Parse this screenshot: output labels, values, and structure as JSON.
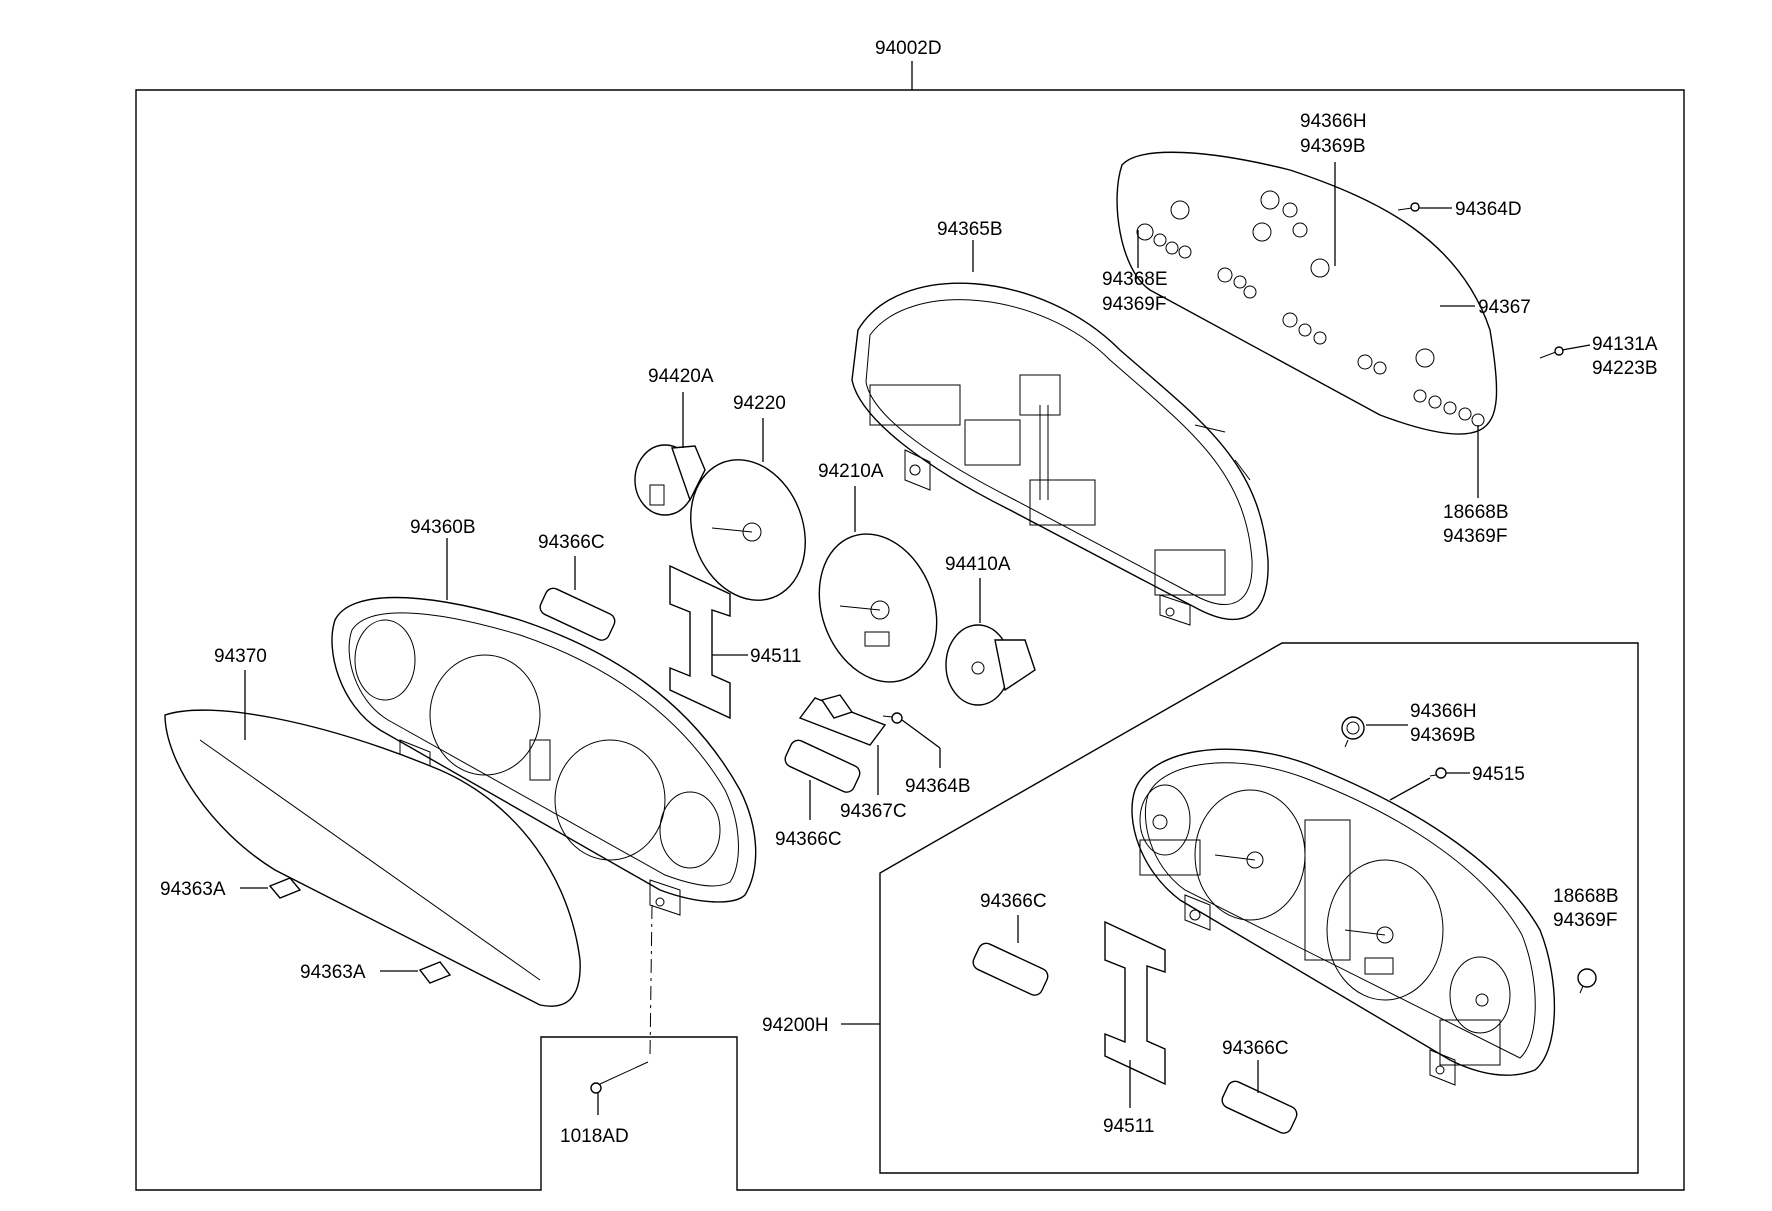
{
  "assembly": {
    "label": "94002D"
  },
  "subassembly": {
    "label": "94200H"
  },
  "labels": {
    "case_rear": "94365B",
    "pcb": "94367",
    "bulb_top_a": "94366H",
    "bulb_top_b": "94369B",
    "screw_top": "94364D",
    "bulb_mid_a": "94368E",
    "bulb_mid_b": "94369F",
    "screw_right_a": "94131A",
    "screw_right_b": "94223B",
    "bulb_bottom_a": "18668B",
    "bulb_bottom_b": "94369F",
    "gauge_small": "94420A",
    "tacho": "94220",
    "speedo": "94210A",
    "gauge_small2": "94410A",
    "bezel": "94360B",
    "pad_upper": "94366C",
    "plate": "94511",
    "lens": "94370",
    "clip_a": "94363A",
    "clip_b": "94363A",
    "screw_mid": "94364B",
    "pad_mid": "94367C",
    "pad_lower": "94366C",
    "screw_bottom": "1018AD",
    "sub_bulb_a": "94366H",
    "sub_bulb_b": "94369B",
    "sub_screw": "94515",
    "sub_bulb2_a": "18668B",
    "sub_bulb2_b": "94369F",
    "sub_pad_upper": "94366C",
    "sub_plate": "94511",
    "sub_pad_lower": "94366C"
  }
}
